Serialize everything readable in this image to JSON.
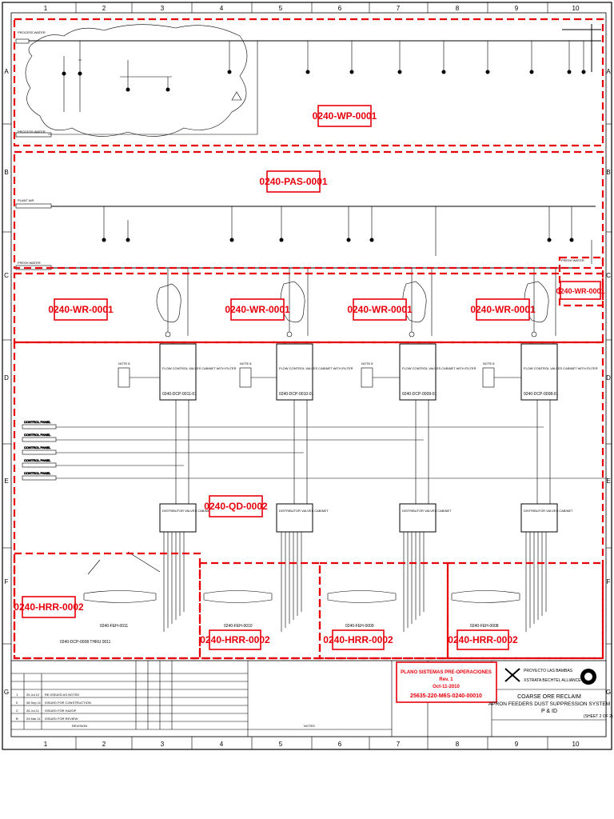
{
  "grid": {
    "columns": [
      "1",
      "2",
      "3",
      "4",
      "5",
      "6",
      "7",
      "8",
      "9",
      "10"
    ],
    "rows": [
      "A",
      "B",
      "C",
      "D",
      "E",
      "F",
      "G"
    ]
  },
  "zones": {
    "wp": "0240-WP-0001",
    "pas": "0240-PAS-0001",
    "wr": "0240-WR-0001",
    "qd": "0240-QD-0002",
    "hrr": "0240-HRR-0002"
  },
  "cabinets": {
    "flow_control": "FLOW CONTROL VALVES CABINET WITH FILTER",
    "distributor": "DISTRIBUTOR VALVES CABINET",
    "tags": [
      "0240-DCP-0011-01",
      "0240-DCP-0010-01",
      "0240-DCP-0009-01",
      "0240-DCP-0008-01"
    ]
  },
  "sources": {
    "process_water_1": "PROCESS WATER",
    "process_water_2": "PROCESS WATER",
    "plant_air": "PLANT AIR",
    "fresh_water_left": "FRESH WATER",
    "fresh_water_right": "FRESH WATER",
    "control_panel": "CONTROL PANEL"
  },
  "feeders": [
    "0240-FEH-0011",
    "0240-FEH-0010",
    "0240-FEH-0009",
    "0240-FEH-0008"
  ],
  "dcp_range": "0240-DCP-0008 THRU 0011",
  "notes_label": "NOTE 8",
  "stamp": {
    "title": "PLANO SISTEMAS PRE-OPERACIONES",
    "rev": "Rev. 1",
    "date": "Oct-11-2010",
    "doc": "25635-220-M6S-0240-00010"
  },
  "title_block": {
    "project": "PROYECTO LAS BAMBAS",
    "alliance": "XSTRATA BECHTEL ALLIANCE",
    "line1": "COARSE ORE RECLAIM",
    "line2": "APRON FEEDERS DUST SUPPRESSION SYSTEM",
    "line3": "P & ID",
    "sheet": "(SHEET 2 OF 2)"
  },
  "revisions": [
    {
      "rev": "1",
      "date": "25 Jul 12",
      "desc": "RE-ISSUED AS NOTED"
    },
    {
      "rev": "0",
      "date": "08 Sep 11",
      "desc": "ISSUED FOR CONSTRUCTION"
    },
    {
      "rev": "C",
      "date": "26 Jul 11",
      "desc": "ISSUED FOR HAZOP"
    },
    {
      "rev": "B",
      "date": "24 Mar 11",
      "desc": "ISSUED FOR REVIEW"
    }
  ],
  "revision_header": "REVISION",
  "notes_header": "NOTES",
  "colors": {
    "accent": "#e8000b",
    "line": "#000000"
  }
}
